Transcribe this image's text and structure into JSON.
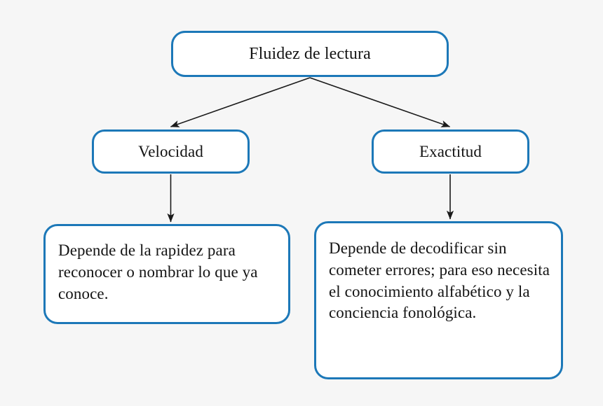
{
  "diagram": {
    "title_node": {
      "id": "fluidez-de-lectura",
      "label": "Fluidez de lectura"
    },
    "branches": [
      {
        "id": "velocidad",
        "label": "Velocidad",
        "detail": "Depende de la rapidez para reconocer o nombrar lo que ya conoce."
      },
      {
        "id": "exactitud",
        "label": "Exactitud",
        "detail": "Depende de decodificar sin cometer errores; para eso necesita el conocimiento alfabético y la conciencia fonológica."
      }
    ],
    "connectors": [
      {
        "id": "root-to-velocidad",
        "kind": "diagonal-arrow",
        "from": "fluidez-de-lectura",
        "to": "velocidad"
      },
      {
        "id": "root-to-exactitud",
        "kind": "diagonal-arrow",
        "from": "fluidez-de-lectura",
        "to": "exactitud"
      },
      {
        "id": "velocidad-to-detail",
        "kind": "vertical-arrow",
        "from": "velocidad",
        "to": "velocidad-detail"
      },
      {
        "id": "exactitud-to-detail",
        "kind": "vertical-arrow",
        "from": "exactitud",
        "to": "exactitud-detail"
      }
    ],
    "colors": {
      "node_border": "#1c78b8",
      "node_fill": "#ffffff",
      "canvas_background": "#f6f6f6",
      "connector": "#1a1a1a",
      "text": "#141414"
    }
  }
}
